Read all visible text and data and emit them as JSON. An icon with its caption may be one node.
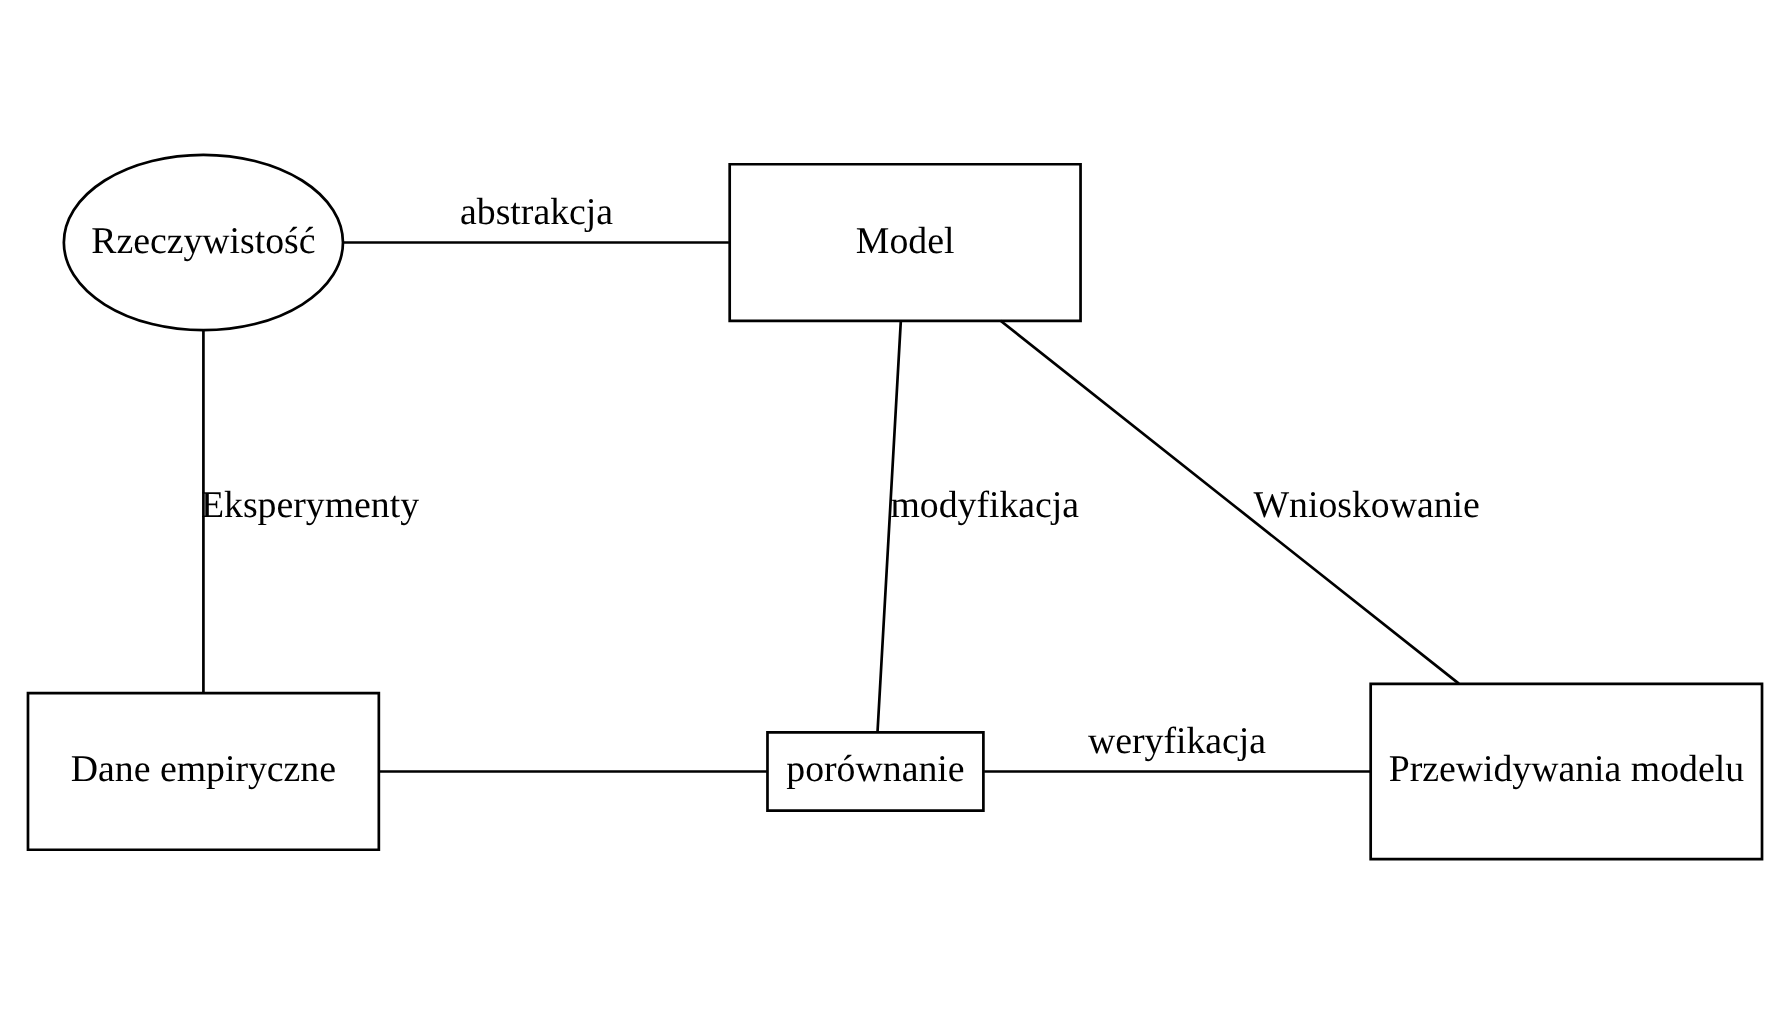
{
  "diagram": {
    "nodes": [
      {
        "text": [
          "Rzeczywistość"
        ]
      },
      {
        "text": [
          "Model"
        ]
      },
      {
        "text": [
          "Dane empiryczne"
        ]
      },
      {
        "text": [
          "porównanie"
        ]
      },
      {
        "text": [
          "Przewidywania modelu"
        ]
      }
    ],
    "edges": [
      {
        "from": 0,
        "to": 1,
        "arrow": "none",
        "label": "abstrakcja"
      },
      {
        "from": 0,
        "to": 2,
        "arrow": "none",
        "label": "Eksperymenty"
      },
      {
        "from": 1,
        "to": 3,
        "arrow": "none",
        "label": "modyfikacja"
      },
      {
        "from": 1,
        "to": 4,
        "arrow": "none",
        "label": "Wnioskowanie"
      },
      {
        "from": 2,
        "to": 3,
        "arrow": "none"
      },
      {
        "from": 3,
        "to": 4,
        "arrow": "none",
        "label": "weryfikacja"
      }
    ]
  }
}
